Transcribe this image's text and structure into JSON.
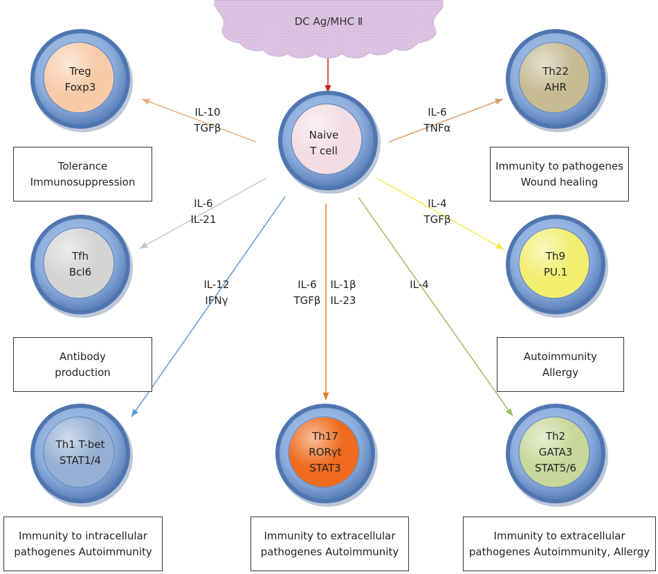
{
  "dc": {
    "label": "DC Ag/MHC Ⅱ"
  },
  "naive": {
    "line1": "Naive",
    "line2": "T cell"
  },
  "cells": {
    "treg": {
      "line1": "Treg",
      "line2": "Foxp3",
      "fill": "#f8cba8"
    },
    "th22": {
      "line1": "Th22",
      "line2": "AHR",
      "fill": "#c7bb93"
    },
    "tfh": {
      "line1": "Tfh",
      "line2": "Bcl6",
      "fill": "#d4d4d4"
    },
    "th9": {
      "line1": "Th9",
      "line2": "PU.1",
      "fill": "#f2ee70"
    },
    "th1": {
      "line1": "Th1 T-bet",
      "line2": "STAT1/4",
      "fill": "#95b0d3"
    },
    "th17": {
      "line1": "Th17",
      "line2": "RORγt",
      "line3": "STAT3",
      "fill": "#ef6b1e"
    },
    "th2": {
      "line1": "Th2",
      "line2": "GATA3",
      "line3": "STAT5/6",
      "fill": "#c8d89a"
    }
  },
  "cytokines": {
    "treg": {
      "line1": "IL-10",
      "line2": "TGFβ"
    },
    "th22": {
      "line1": "IL-6",
      "line2": "TNFα"
    },
    "tfh": {
      "line1": "IL-6",
      "line2": "IL-21"
    },
    "th9": {
      "line1": "IL-4",
      "line2": "TGFβ"
    },
    "th1": {
      "line1": "IL-12",
      "line2": "IFNγ"
    },
    "th17a": {
      "line1": "IL-6",
      "line2": "TGFβ"
    },
    "th17b": {
      "line1": "IL-1β",
      "line2": "IL-23"
    },
    "th2": {
      "line1": "IL-4"
    }
  },
  "boxes": {
    "treg": {
      "line1": "Tolerance",
      "line2": "Immunosuppression"
    },
    "th22": {
      "line1": "Immunity to pathogenes",
      "line2": "Wound healing"
    },
    "tfh": {
      "line1": "Antibody",
      "line2": "production"
    },
    "th9": {
      "line1": "Autoimmunity",
      "line2": "Allergy"
    },
    "th1": {
      "line1": "Immunity to intracellular",
      "line2": "pathogenes Autoimmunity"
    },
    "th17": {
      "line1": "Immunity to extracellular",
      "line2": "pathogenes Autoimmunity"
    },
    "th2": {
      "line1": "Immunity to extracellular",
      "line2": "pathogenes Autoimmunity, Allergy"
    }
  },
  "colors": {
    "dc": "#d9bfdf",
    "ring_outer": "#5f87c0",
    "ring_inner": "#9fbbe0",
    "naive_fill": "#f3dde3",
    "arrow_dc": "#d0201d",
    "arrow_treg": "#e8b27c",
    "arrow_th22": "#d6a06a",
    "arrow_tfh": "#c6c6c6",
    "arrow_th9": "#f3ec4a",
    "arrow_th1": "#5b99d6",
    "arrow_th17": "#e87a2a",
    "arrow_th2": "#97bd5c"
  }
}
